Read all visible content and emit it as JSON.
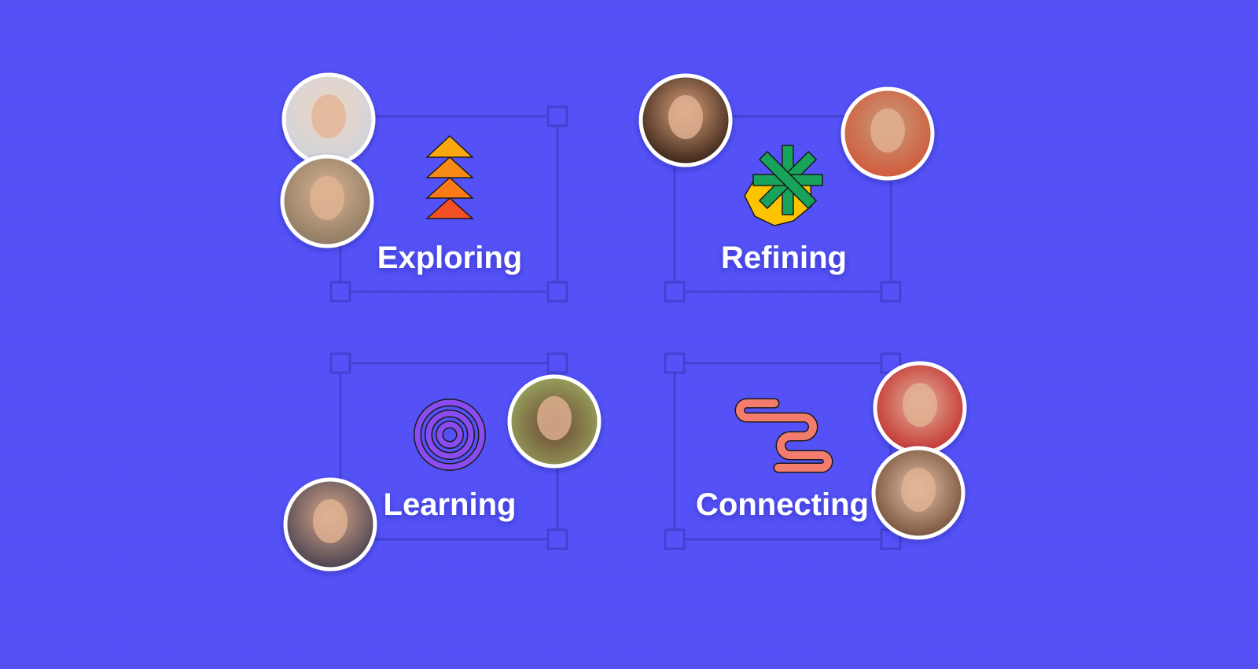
{
  "colors": {
    "background": "#5452f6",
    "frame": "#4340d2",
    "orange1": "#fba80f",
    "orange2": "#f98a15",
    "orange3": "#f97a17",
    "orange4": "#f24f24",
    "green": "#18a35a",
    "yellow": "#ffc400",
    "purple": "#8a4cf0",
    "coral": "#f47c6c"
  },
  "cards": [
    {
      "label": "Exploring",
      "icon": "stacked-triangles-icon"
    },
    {
      "label": "Refining",
      "icon": "asterisk-octagon-icon"
    },
    {
      "label": "Learning",
      "icon": "concentric-circles-icon"
    },
    {
      "label": "Connecting",
      "icon": "squiggle-path-icon"
    }
  ]
}
